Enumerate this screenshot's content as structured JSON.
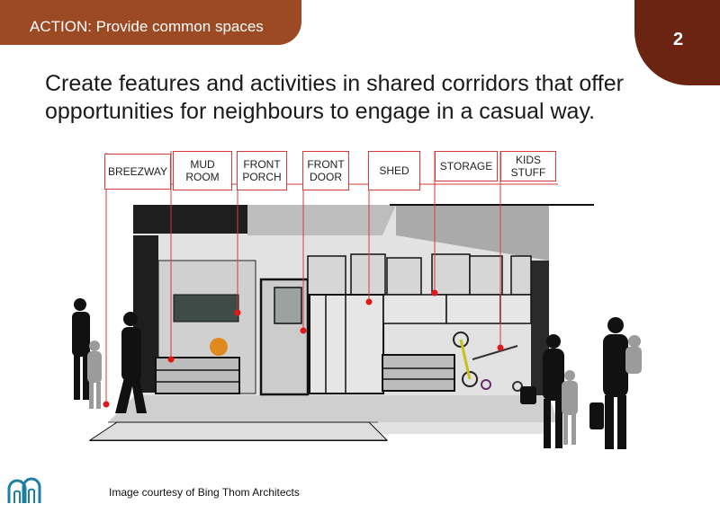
{
  "header": {
    "action_text": "ACTION: Provide common spaces",
    "page_number": "2"
  },
  "headline": "Create features and activities in shared corridors that offer opportunities for neighbours to engage in a casual way.",
  "labels": {
    "breezway": "BREEZWAY",
    "mud_room": "MUD ROOM",
    "front_porch": "FRONT PORCH",
    "front_door": "FRONT DOOR",
    "shed": "SHED",
    "storage": "STORAGE",
    "kids_stuff": "KIDS STUFF"
  },
  "credit": "Image courtesy of Bing Thom Architects",
  "colors": {
    "action_bar": "#9b4a24",
    "page_tab": "#6b2411",
    "callout": "#d83a3a",
    "logo": "#1e7fa0"
  }
}
